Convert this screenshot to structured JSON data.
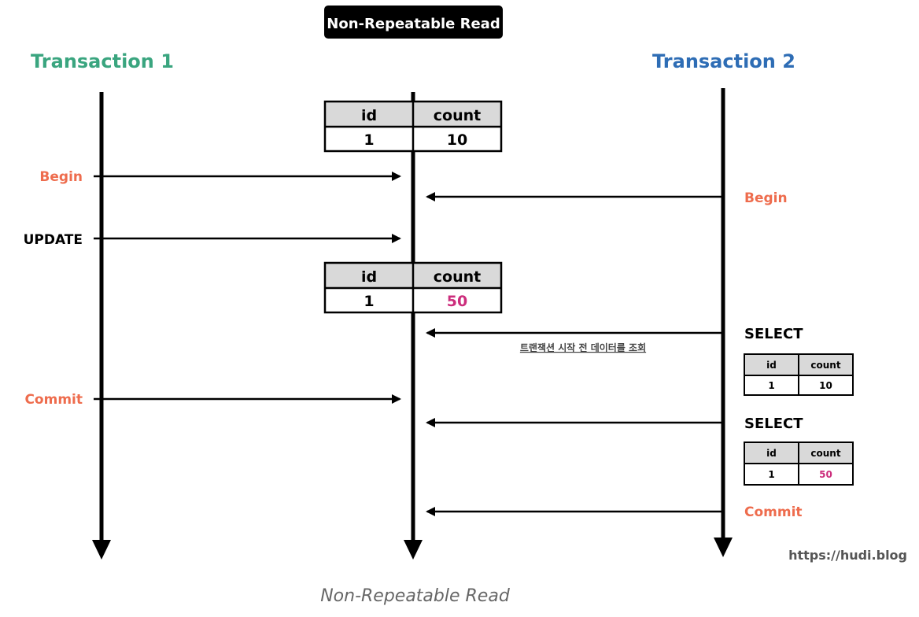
{
  "title_badge": "Non-Repeatable Read",
  "transaction1": {
    "title": "Transaction 1",
    "color": "#3aa57f"
  },
  "transaction2": {
    "title": "Transaction 2",
    "color": "#2e6db5"
  },
  "colors": {
    "begin_commit": "#ee6c4d",
    "highlight": "#cc2d7c",
    "table_header_bg": "#d9d9d9",
    "line": "#000000"
  },
  "table_columns": [
    "id",
    "count"
  ],
  "db_table_initial": {
    "id": "1",
    "count": "10"
  },
  "db_table_updated": {
    "id": "1",
    "count": "50"
  },
  "t1_events": {
    "begin": "Begin",
    "update": "UPDATE",
    "commit": "Commit"
  },
  "t2_events": {
    "begin": "Begin",
    "select1": "SELECT",
    "select2": "SELECT",
    "commit": "Commit"
  },
  "note": "트랜잭션 시작 전 데이터를 조회",
  "t2_result1": {
    "id": "1",
    "count": "10"
  },
  "t2_result2": {
    "id": "1",
    "count": "50"
  },
  "watermark": "https://hudi.blog",
  "caption": "Non-Repeatable Read"
}
